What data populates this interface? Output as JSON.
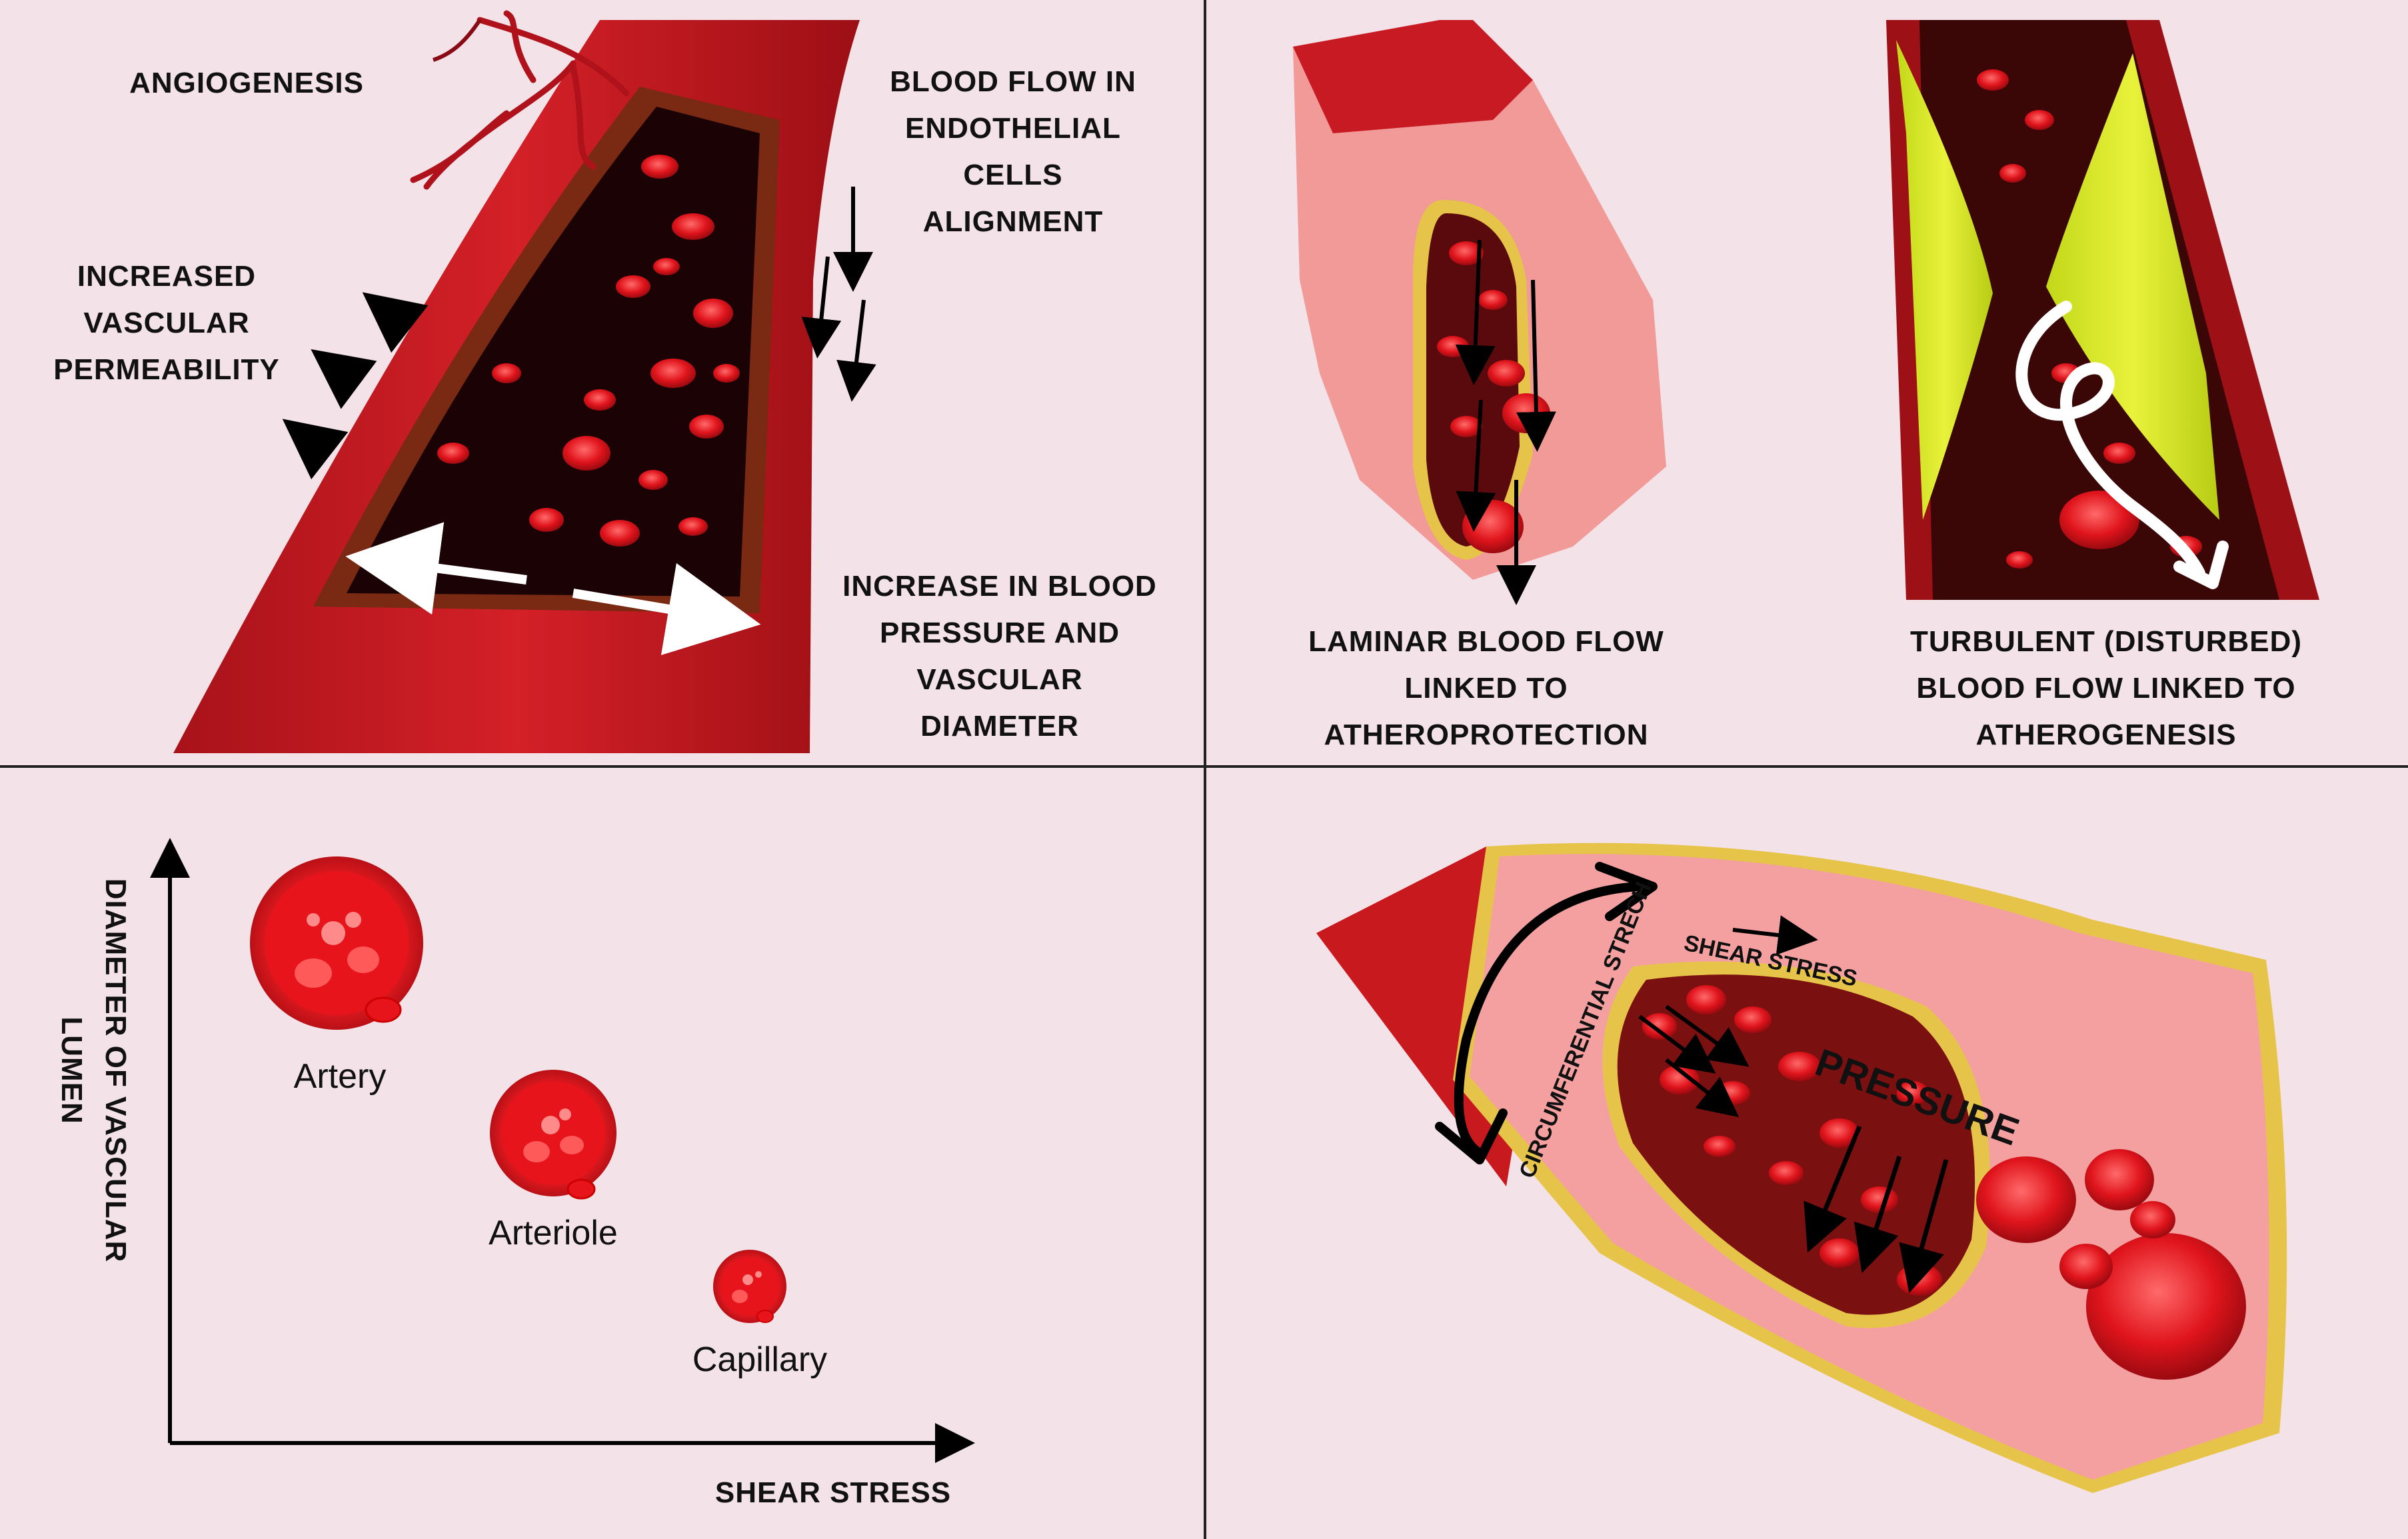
{
  "colors": {
    "background": "#f3e3e8",
    "vessel_red": "#c8191e",
    "deep_red": "#7e0a0e",
    "lumen_dark": "#1a0205",
    "tissue_pink": "#f4a0a0",
    "tissue_light": "#f8c4c0",
    "yellow_layer": "#e6c44a",
    "plaque_green": "#cfe21e",
    "divider": "#222222"
  },
  "icons": [
    "double-arrow",
    "flow-arrow",
    "swirl-arrow",
    "circumferential-arrow",
    "blood-vessel-cross-section"
  ],
  "panel_a": {
    "labels": {
      "angiogenesis": "ANGIOGENESIS",
      "permeability": [
        "INCREASED",
        "VASCULAR",
        "PERMEABILITY"
      ],
      "flow_alignment": [
        "BLOOD FLOW IN",
        "ENDOTHELIAL",
        "CELLS",
        "ALIGNMENT"
      ],
      "pressure_diameter": [
        "INCREASE IN BLOOD",
        "PRESSURE AND",
        "VASCULAR",
        "DIAMETER"
      ]
    }
  },
  "panel_b": {
    "laminar": [
      "LAMINAR BLOOD FLOW",
      "LINKED TO",
      "ATHEROPROTECTION"
    ],
    "turbulent": [
      "TURBULENT (DISTURBED)",
      "BLOOD FLOW LINKED TO",
      "ATHEROGENESIS"
    ]
  },
  "panel_c": {
    "y_axis": [
      "DIAMETER OF VASCULAR",
      "LUMEN"
    ],
    "x_axis": "SHEAR STRESS",
    "vessels": [
      {
        "name": "Artery",
        "size": "large"
      },
      {
        "name": "Arteriole",
        "size": "medium"
      },
      {
        "name": "Capillary",
        "size": "small"
      }
    ]
  },
  "panel_d": {
    "circumferential": "CIRCUMFERENTIAL STRECH",
    "shear": "SHEAR STRESS",
    "pressure": "PRESSURE"
  }
}
